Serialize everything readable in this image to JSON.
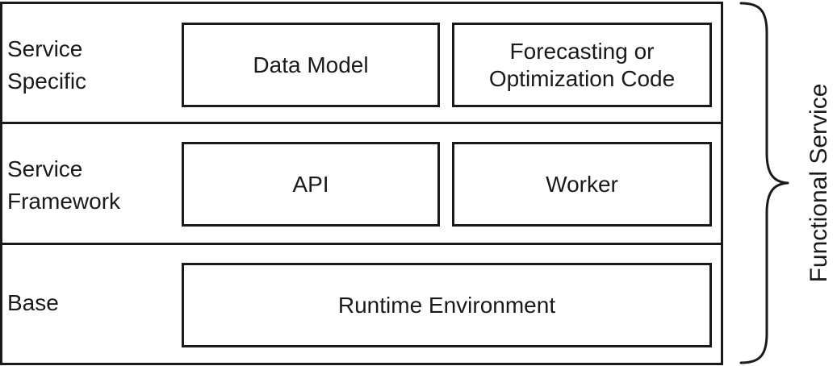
{
  "layers": {
    "service_specific": {
      "label": "Service\nSpecific",
      "boxes": [
        "Data Model",
        "Forecasting or\nOptimization Code"
      ]
    },
    "service_framework": {
      "label": "Service\nFramework",
      "boxes": [
        "API",
        "Worker"
      ]
    },
    "base": {
      "label": "Base",
      "boxes": [
        "Runtime Environment"
      ]
    }
  },
  "brace_label": "Functional Service",
  "colors": {
    "stroke": "#1a1a1a",
    "background": "#ffffff"
  }
}
